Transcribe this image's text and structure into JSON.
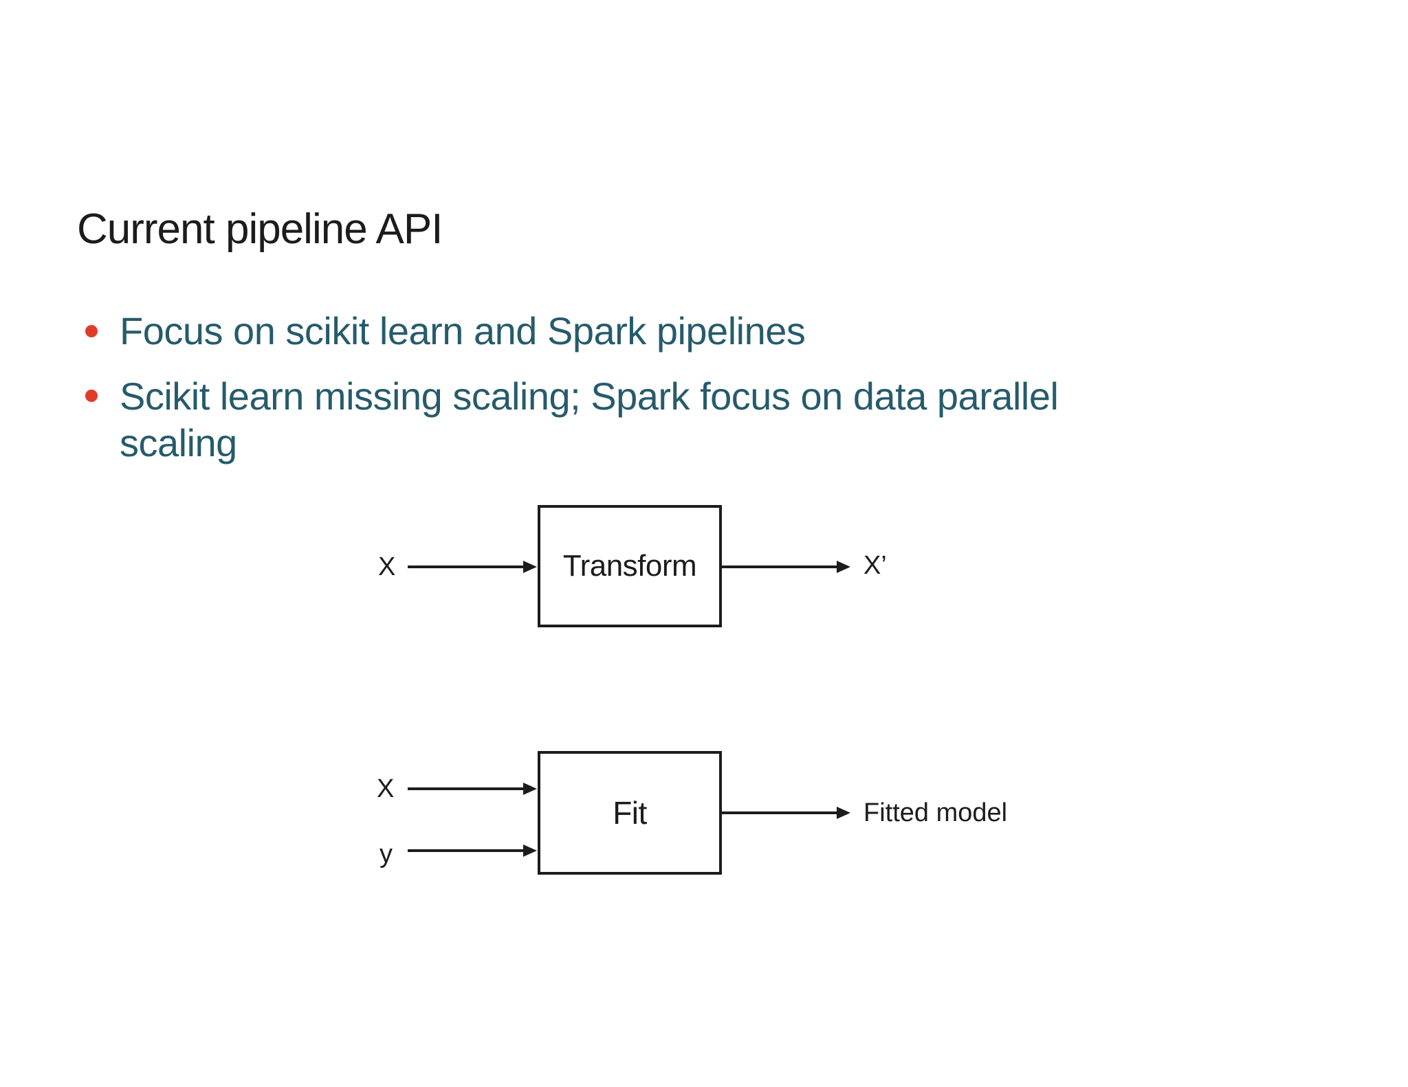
{
  "slide": {
    "title": "Current pipeline API",
    "bullets": [
      {
        "text": "Focus on scikit learn and Spark pipelines"
      },
      {
        "text": "Scikit learn missing scaling; Spark focus on data parallel\nscaling"
      }
    ],
    "colors": {
      "background": "#ffffff",
      "title_text": "#1c1c1c",
      "bullet_text": "#265b6b",
      "bullet_marker": "#e13b2a",
      "diagram_ink": "#1c1c1c"
    },
    "diagram": {
      "transform_step": {
        "box_label": "Transform",
        "input_label": "X",
        "output_label": "X’"
      },
      "fit_step": {
        "box_label": "Fit",
        "input_top_label": "X",
        "input_bottom_label": "y",
        "output_label": "Fitted model"
      }
    }
  }
}
